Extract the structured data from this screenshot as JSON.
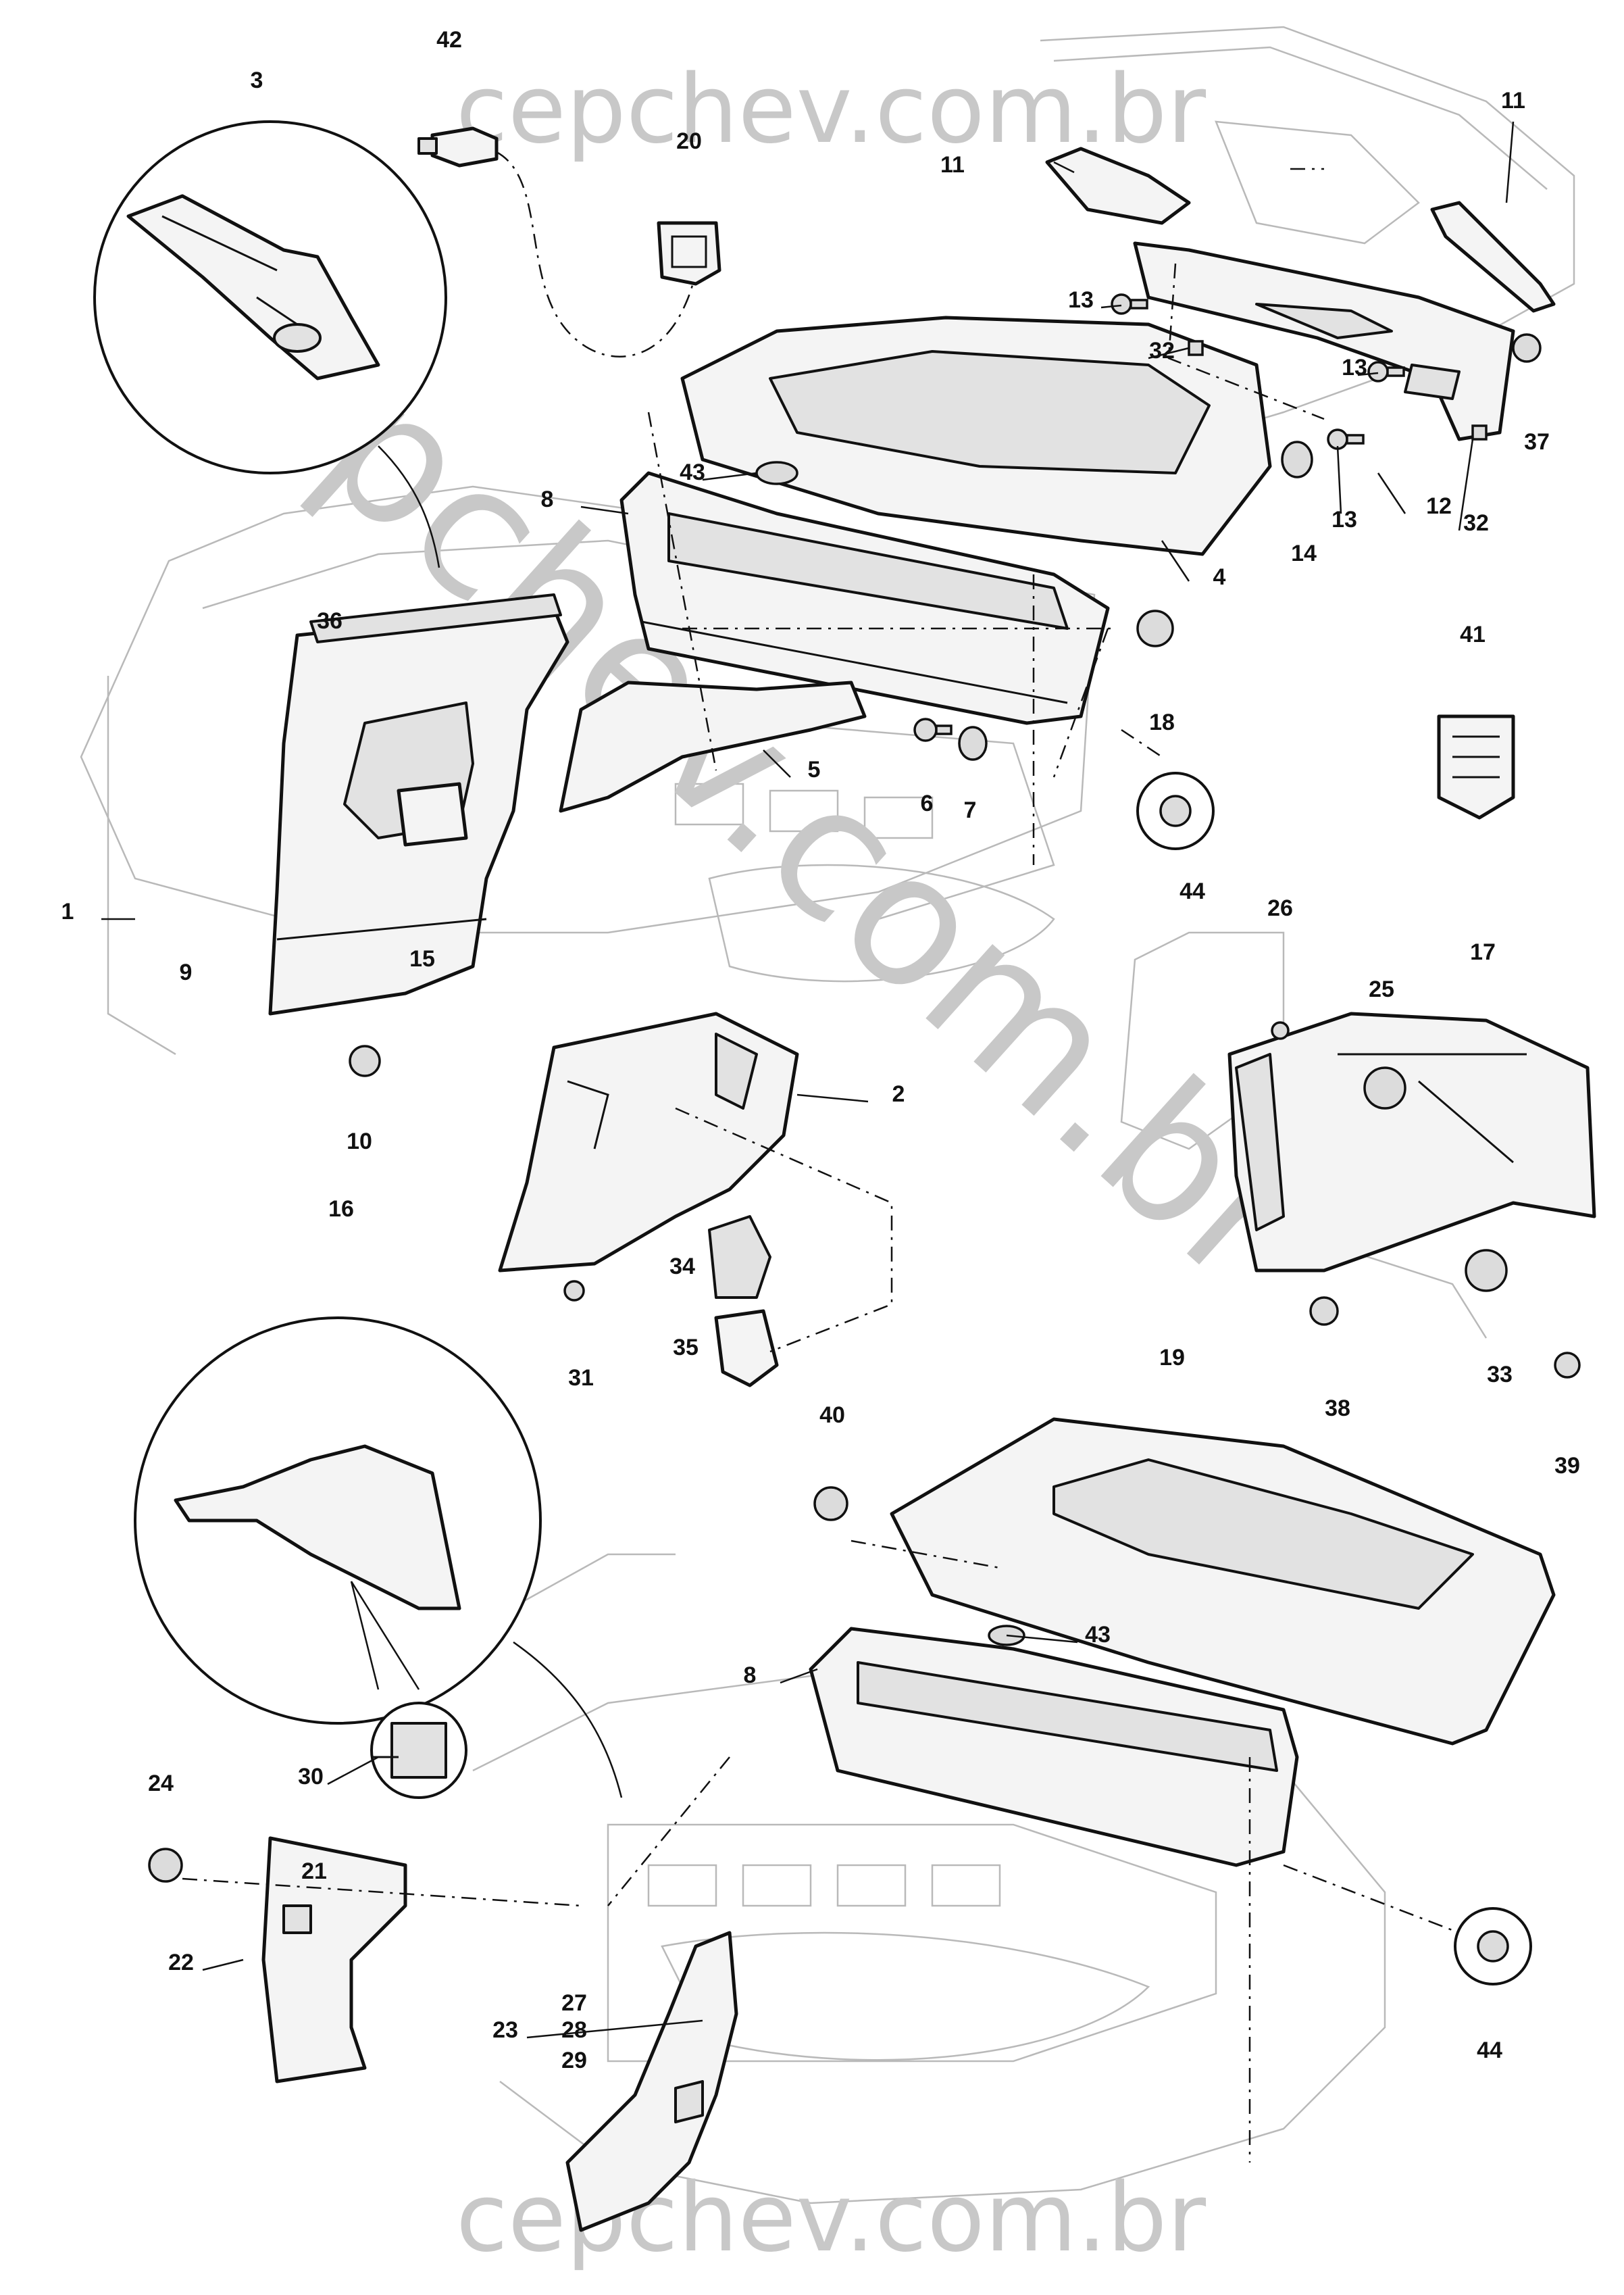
{
  "watermark": {
    "top": "cepchev.com.br",
    "bottom": "cepchev.com.br",
    "diagonal": "cepchev.com.br"
  },
  "callouts": [
    "1",
    "2",
    "3",
    "4",
    "5",
    "6",
    "7",
    "8",
    "8",
    "9",
    "10",
    "11",
    "11",
    "12",
    "13",
    "13",
    "13",
    "14",
    "15",
    "16",
    "17",
    "18",
    "19",
    "20",
    "21",
    "22",
    "23",
    "24",
    "25",
    "26",
    "27",
    "28",
    "29",
    "30",
    "31",
    "32",
    "32",
    "33",
    "34",
    "35",
    "36",
    "37",
    "38",
    "39",
    "40",
    "41",
    "42",
    "43",
    "43",
    "44",
    "44"
  ]
}
